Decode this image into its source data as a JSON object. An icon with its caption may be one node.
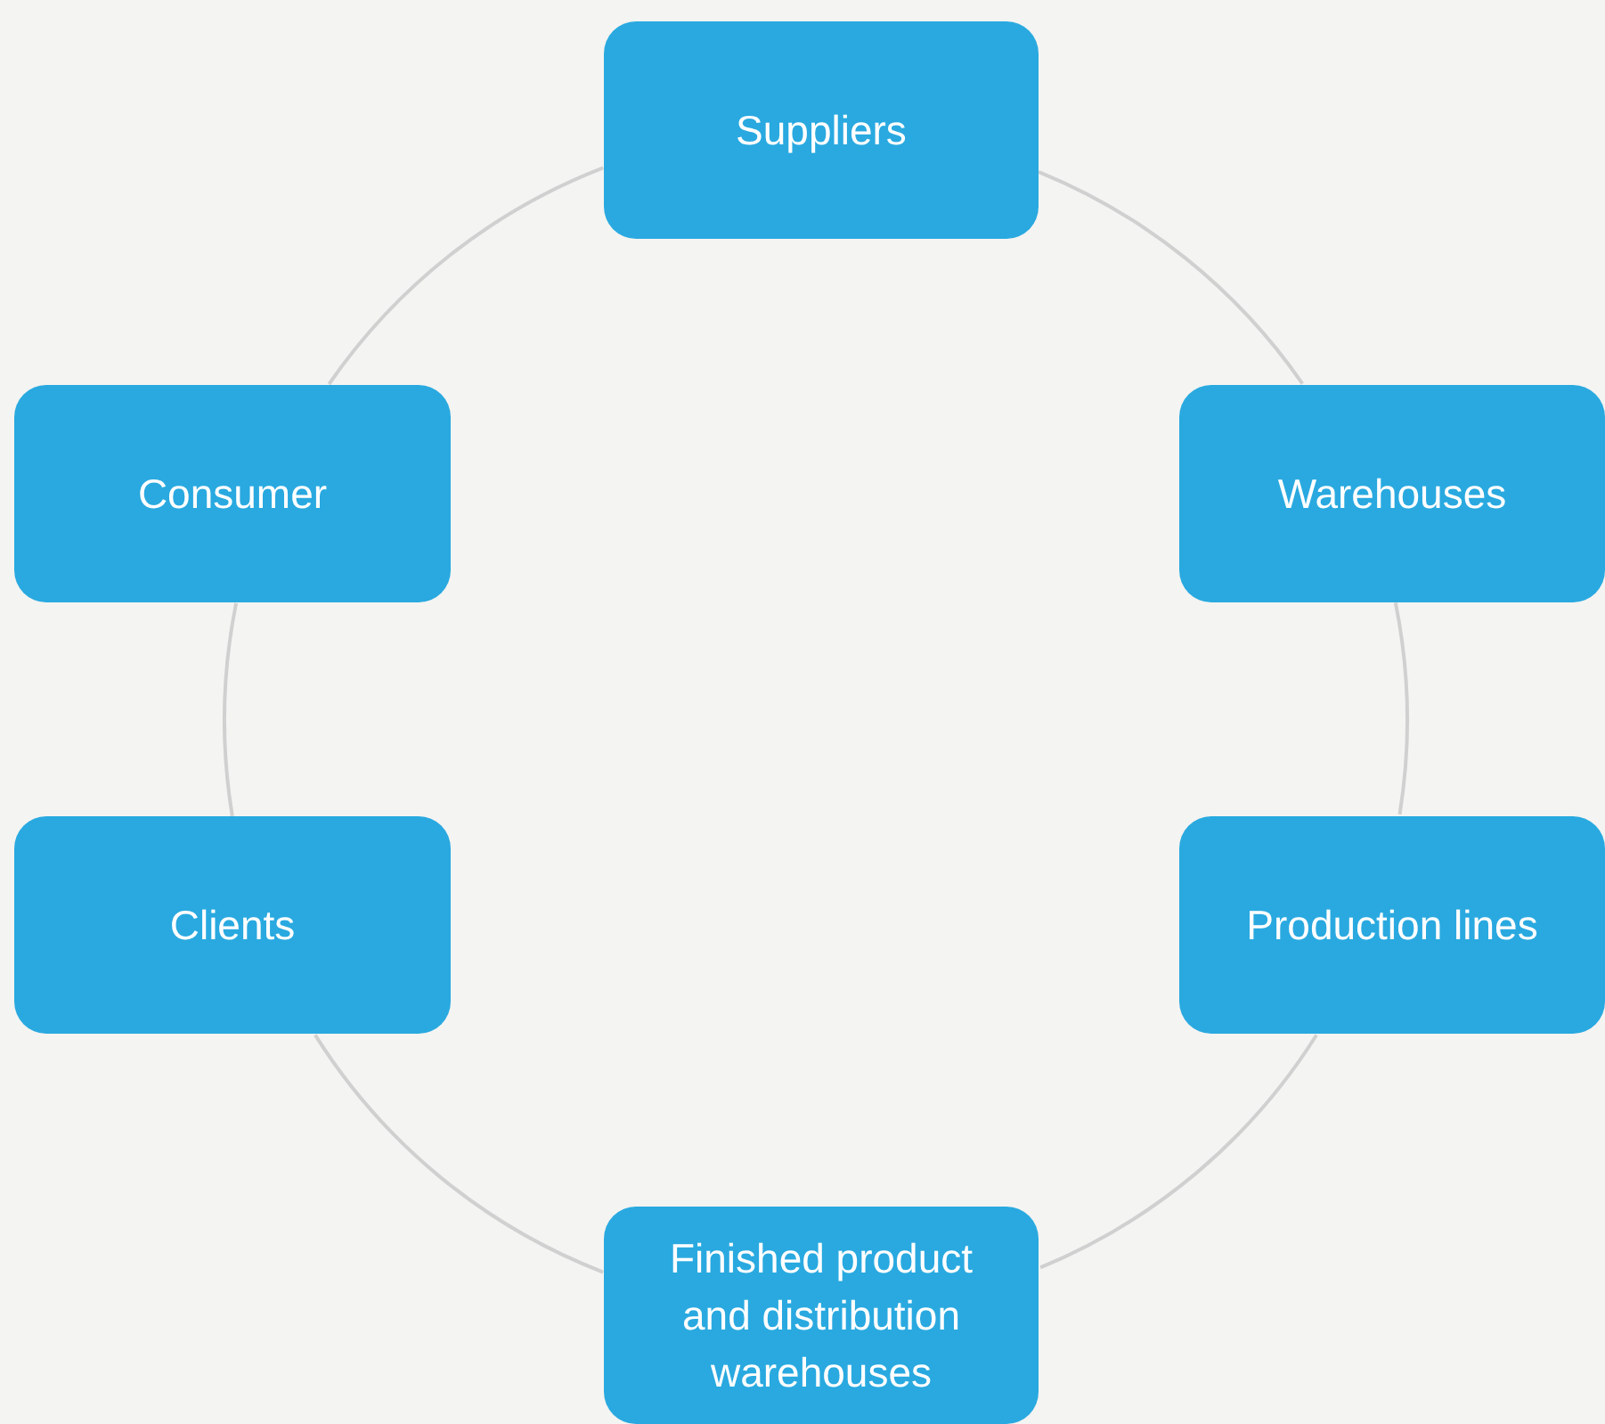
{
  "diagram": {
    "nodes": [
      {
        "text": [
          "Suppliers"
        ]
      },
      {
        "text": [
          "Warehouses"
        ]
      },
      {
        "text": [
          "Production lines"
        ]
      },
      {
        "text": [
          "Finished product and distribution warehouses"
        ]
      },
      {
        "text": [
          "Clients"
        ]
      },
      {
        "text": [
          "Consumer"
        ]
      }
    ],
    "edges": [
      {
        "from": 0,
        "to": 1,
        "arrow": "none"
      },
      {
        "from": 1,
        "to": 2,
        "arrow": "none"
      },
      {
        "from": 2,
        "to": 3,
        "arrow": "none"
      },
      {
        "from": 3,
        "to": 4,
        "arrow": "none"
      },
      {
        "from": 4,
        "to": 5,
        "arrow": "none"
      },
      {
        "from": 5,
        "to": 0,
        "arrow": "none"
      }
    ]
  }
}
